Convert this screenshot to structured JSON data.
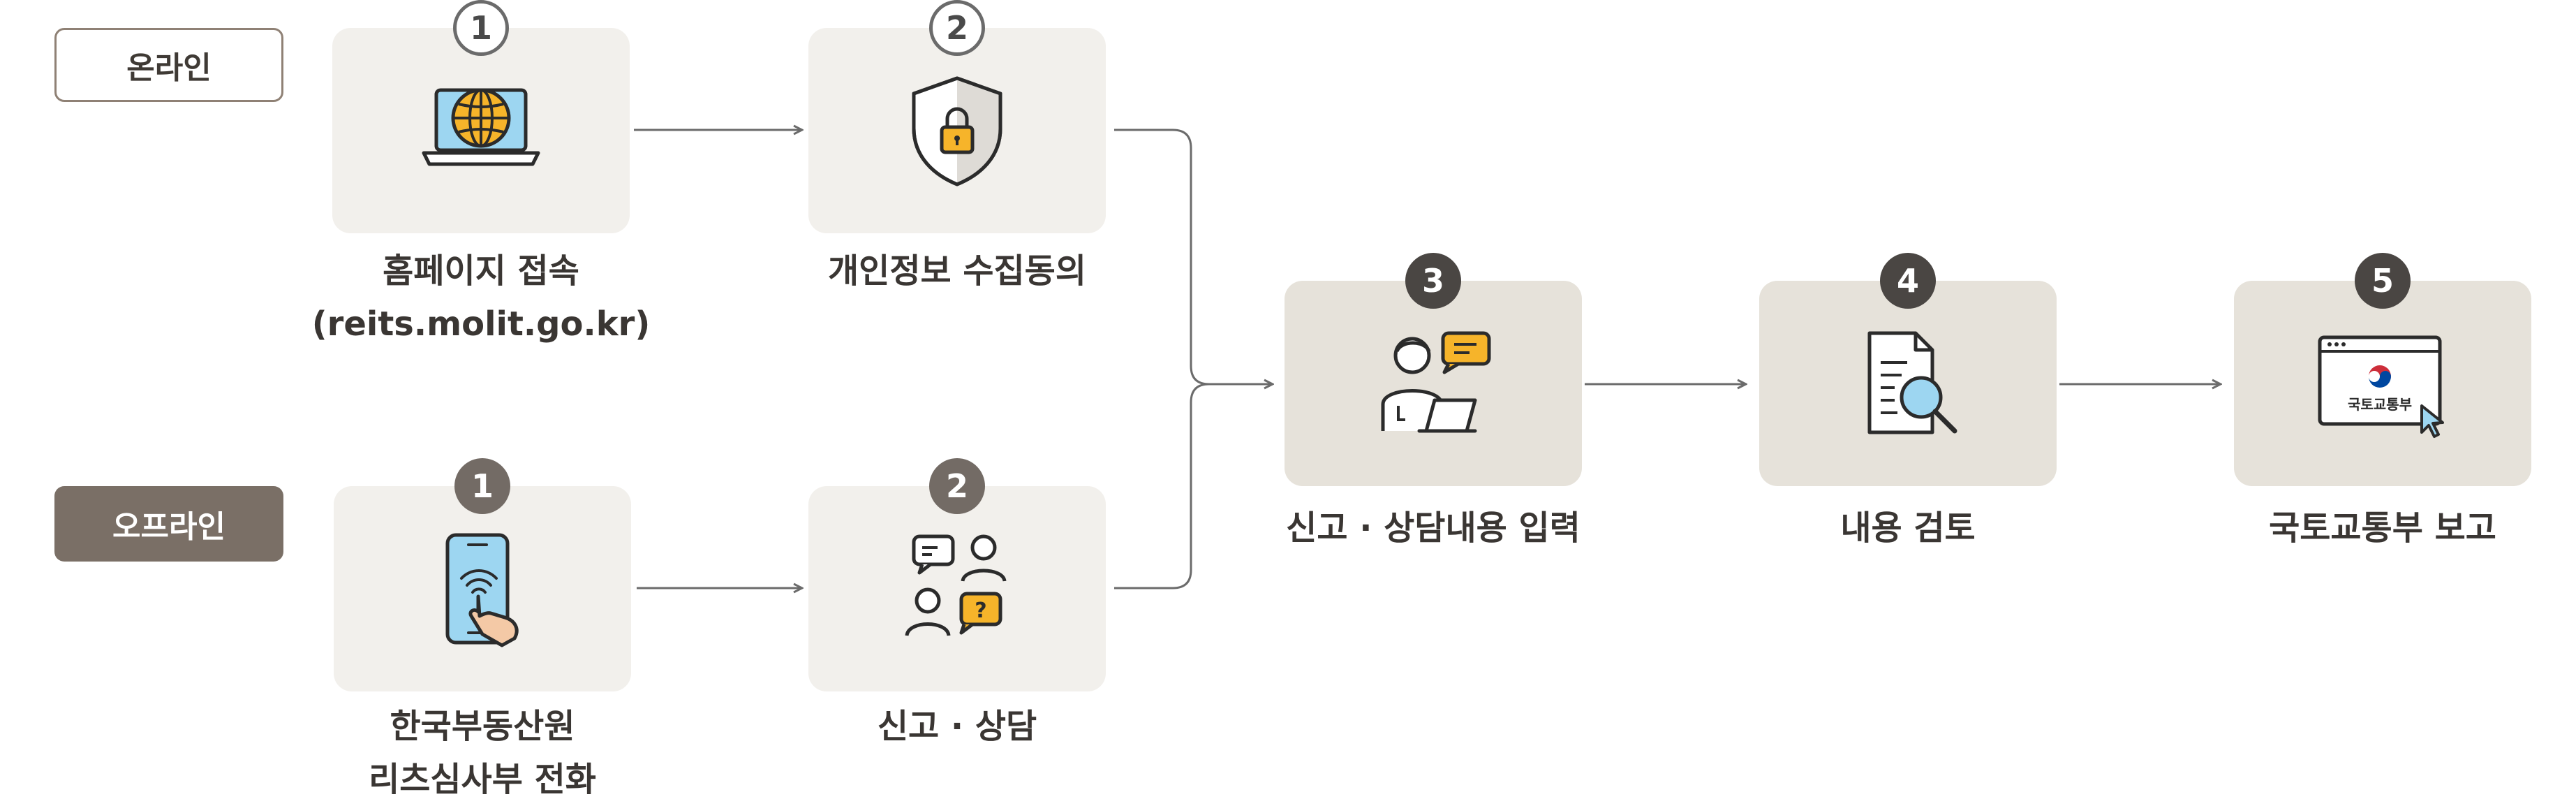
{
  "lanes": {
    "online": "온라인",
    "offline": "오프라인"
  },
  "steps": {
    "online_1": {
      "num": "1",
      "line1": "홈페이지 접속",
      "line2": "(reits.molit.go.kr)"
    },
    "online_2": {
      "num": "2",
      "line1": "개인정보 수집동의",
      "line2": ""
    },
    "offline_1": {
      "num": "1",
      "line1": "한국부동산원",
      "line2": "리츠심사부 전화"
    },
    "offline_2": {
      "num": "2",
      "line1": "신고 · 상담",
      "line2": ""
    },
    "step_3": {
      "num": "3",
      "line1": "신고 · 상담내용 입력",
      "line2": ""
    },
    "step_4": {
      "num": "4",
      "line1": "내용 검토",
      "line2": ""
    },
    "step_5": {
      "num": "5",
      "line1": "국토교통부 보고",
      "line2": ""
    }
  },
  "icon_texts": {
    "ministry": "국토교통부"
  },
  "icons": {
    "online_1": "laptop-globe-icon",
    "online_2": "shield-lock-icon",
    "offline_1": "phone-hand-icon",
    "offline_2": "people-chat-icon",
    "step_3": "person-laptop-chat-icon",
    "step_4": "document-search-icon",
    "step_5": "ministry-browser-icon"
  },
  "colors": {
    "accent": "#f6b42a",
    "blue": "#9dd6f1",
    "arrow": "#6b6b6b",
    "box_light": "#f2f0ec",
    "box_dark": "#e6e2da"
  }
}
